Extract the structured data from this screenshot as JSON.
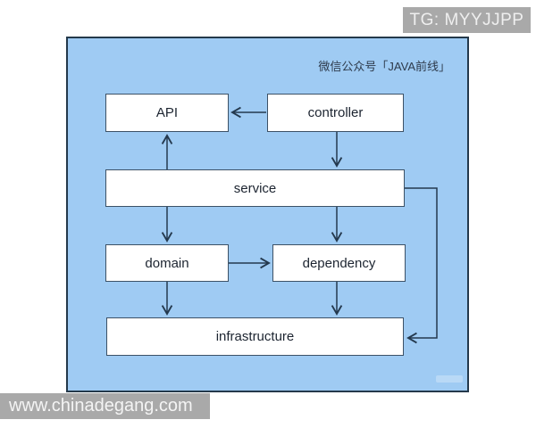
{
  "overlays": {
    "tg_badge": "TG: MYYJJPP",
    "site_watermark": "www.chinadegang.com"
  },
  "diagram": {
    "caption": "微信公众号「JAVA前线」",
    "nodes": [
      {
        "id": "api",
        "label": "API"
      },
      {
        "id": "controller",
        "label": "controller"
      },
      {
        "id": "service",
        "label": "service"
      },
      {
        "id": "domain",
        "label": "domain"
      },
      {
        "id": "dependency",
        "label": "dependency"
      },
      {
        "id": "infrastructure",
        "label": "infrastructure"
      }
    ],
    "edges": [
      {
        "from": "controller",
        "to": "api"
      },
      {
        "from": "controller",
        "to": "service"
      },
      {
        "from": "service",
        "to": "api"
      },
      {
        "from": "service",
        "to": "domain"
      },
      {
        "from": "service",
        "to": "dependency"
      },
      {
        "from": "domain",
        "to": "dependency"
      },
      {
        "from": "domain",
        "to": "infrastructure"
      },
      {
        "from": "dependency",
        "to": "infrastructure"
      },
      {
        "from": "service",
        "to": "infrastructure"
      }
    ],
    "colors": {
      "panel_background": "#9fcbf3",
      "panel_border": "#24394b",
      "node_background": "#ffffff",
      "node_border": "#3c5166",
      "edge_line": "#24394e",
      "badge_background": "#a9a9a9",
      "badge_text": "#efefef"
    }
  }
}
